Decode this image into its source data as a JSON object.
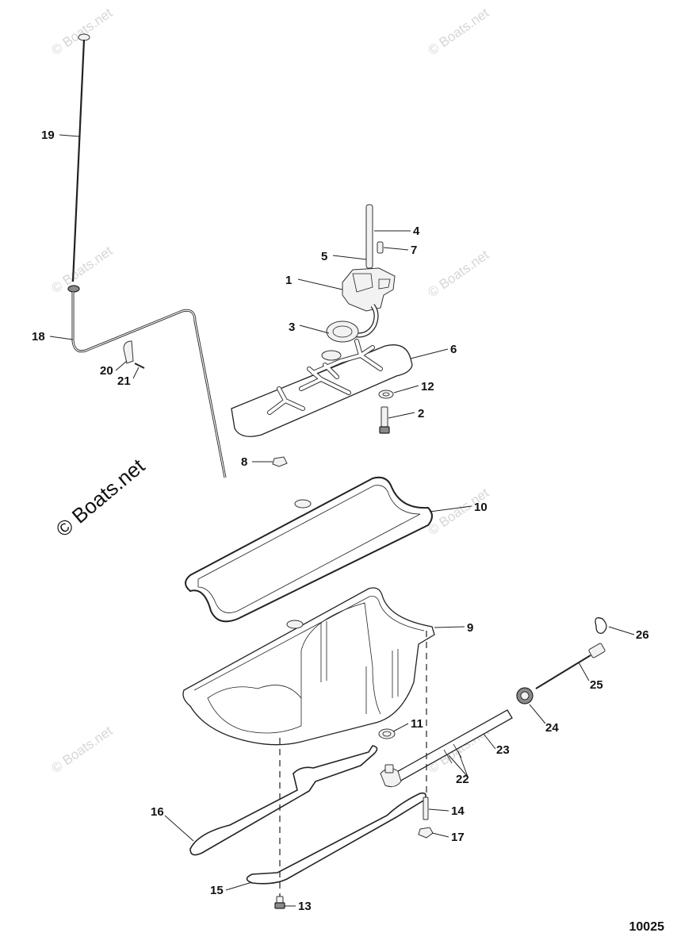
{
  "watermarks": {
    "small": "© Boats.net",
    "large": "© Boats.net"
  },
  "callouts": [
    "1",
    "2",
    "3",
    "4",
    "5",
    "6",
    "7",
    "8",
    "9",
    "10",
    "11",
    "12",
    "13",
    "14",
    "15",
    "16",
    "17",
    "18",
    "19",
    "20",
    "21",
    "22",
    "23",
    "24",
    "25",
    "26"
  ],
  "diagram_number": "10025"
}
